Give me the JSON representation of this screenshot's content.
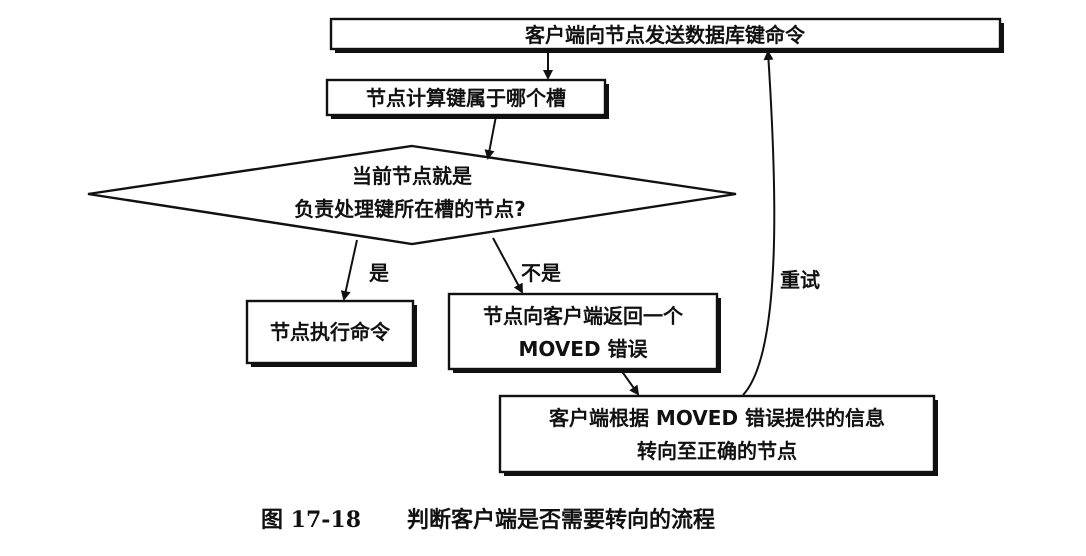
{
  "nodes": {
    "send_command": {
      "text": "客户端向节点发送数据库键命令"
    },
    "compute_slot": {
      "text": "节点计算键属于哪个槽"
    },
    "is_responsible": {
      "line1": "当前节点就是",
      "line2": "负责处理键所在槽的节点?"
    },
    "execute": {
      "text": "节点执行命令"
    },
    "return_moved": {
      "line1": "节点向客户端返回一个",
      "line2": "MOVED 错误"
    },
    "redirect": {
      "line1": "客户端根据 MOVED 错误提供的信息",
      "line2": "转向至正确的节点"
    }
  },
  "edges": {
    "yes_label": "是",
    "no_label": "不是",
    "retry_label": "重试"
  },
  "caption": {
    "figure_number": "图 17-18",
    "title": "判断客户端是否需要转向的流程"
  }
}
